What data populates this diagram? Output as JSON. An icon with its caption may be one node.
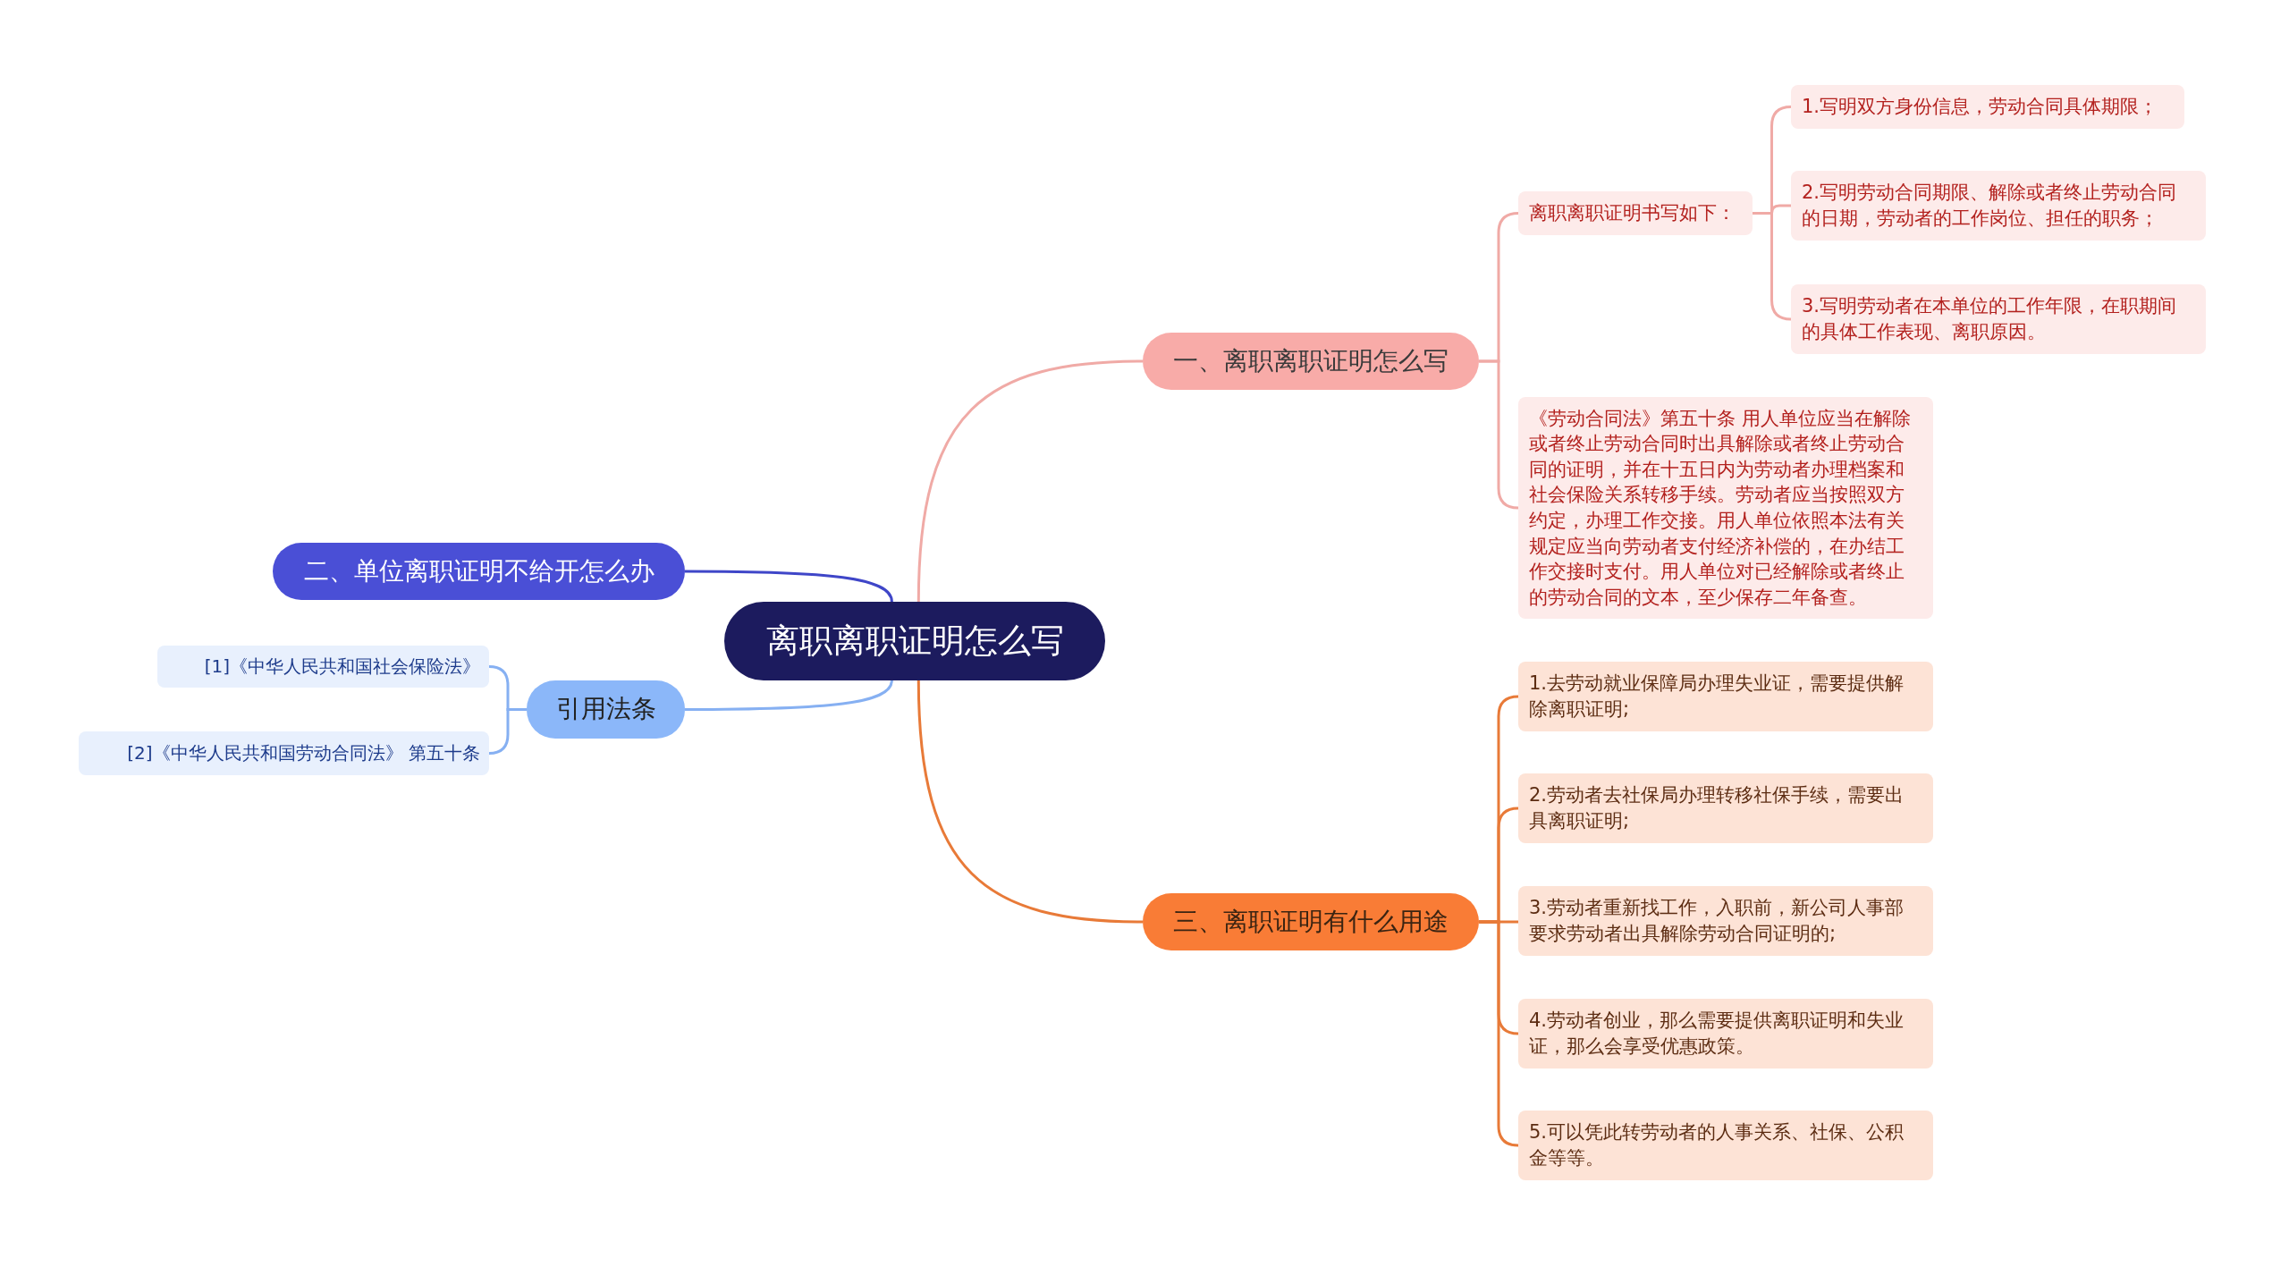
{
  "diagram": {
    "nodes": [
      {
        "text": [
          "离职离职证明怎么写"
        ]
      },
      {
        "text": [
          "一、离职离职证明怎么写"
        ]
      },
      {
        "text": [
          "离职离职证明书写如下："
        ]
      },
      {
        "text": [
          "1.写明双方身份信息，劳动合同具体期限；"
        ]
      },
      {
        "text": [
          "2.写明劳动合同期限、解除或者终止劳动合同的日期，劳动者的工作岗位、担任的职务；"
        ]
      },
      {
        "text": [
          "3.写明劳动者在本单位的工作年限，在职期间的具体工作表现、离职原因。"
        ]
      },
      {
        "text": [
          "《劳动合同法》第五十条 用人单位应当在解除或者终止劳动合同时出具解除或者终止劳动合同的证明，并在十五日内为劳动者办理档案和社会保险关系转移手续。劳动者应当按照双方约定，办理工作交接。用人单位依照本法有关规定应当向劳动者支付经济补偿的，在办结工作交接时支付。用人单位对已经解除或者终止的劳动合同的文本，至少保存二年备查。"
        ]
      },
      {
        "text": [
          "二、单位离职证明不给开怎么办"
        ]
      },
      {
        "text": [
          "引用法条"
        ]
      },
      {
        "text": [
          "[1]《中华人民共和国社会保险法》"
        ]
      },
      {
        "text": [
          "[2]《中华人民共和国劳动合同法》 第五十条"
        ]
      },
      {
        "text": [
          "三、离职证明有什么用途"
        ]
      },
      {
        "text": [
          "1.去劳动就业保障局办理失业证，需要提供解除离职证明;"
        ]
      },
      {
        "text": [
          "2.劳动者去社保局办理转移社保手续，需要出具离职证明;"
        ]
      },
      {
        "text": [
          "3.劳动者重新找工作，入职前，新公司人事部要求劳动者出具解除劳动合同证明的;"
        ]
      },
      {
        "text": [
          "4.劳动者创业，那么需要提供离职证明和失业证，那么会享受优惠政策。"
        ]
      },
      {
        "text": [
          "5.可以凭此转劳动者的人事关系、社保、公积金等等。"
        ]
      }
    ],
    "edges": [
      {
        "from": 0,
        "to": 1,
        "arrow": "none",
        "color": "#f0aaa6"
      },
      {
        "from": 1,
        "to": 2,
        "arrow": "none",
        "color": "#f0aaa6"
      },
      {
        "from": 2,
        "to": 3,
        "arrow": "none",
        "color": "#f0aaa6"
      },
      {
        "from": 2,
        "to": 4,
        "arrow": "none",
        "color": "#f0aaa6"
      },
      {
        "from": 2,
        "to": 5,
        "arrow": "none",
        "color": "#f0aaa6"
      },
      {
        "from": 1,
        "to": 6,
        "arrow": "none",
        "color": "#f0aaa6"
      },
      {
        "from": 0,
        "to": 7,
        "arrow": "none",
        "color": "#3f46c8"
      },
      {
        "from": 0,
        "to": 8,
        "arrow": "none",
        "color": "#86b0f2"
      },
      {
        "from": 8,
        "to": 9,
        "arrow": "none",
        "color": "#86b0f2"
      },
      {
        "from": 8,
        "to": 10,
        "arrow": "none",
        "color": "#86b0f2"
      },
      {
        "from": 0,
        "to": 11,
        "arrow": "none",
        "color": "#e87a38"
      },
      {
        "from": 11,
        "to": 12,
        "arrow": "none",
        "color": "#e87a38"
      },
      {
        "from": 11,
        "to": 13,
        "arrow": "none",
        "color": "#e87a38"
      },
      {
        "from": 11,
        "to": 14,
        "arrow": "none",
        "color": "#e87a38"
      },
      {
        "from": 11,
        "to": 15,
        "arrow": "none",
        "color": "#e87a38"
      },
      {
        "from": 11,
        "to": 16,
        "arrow": "none",
        "color": "#e87a38"
      }
    ]
  }
}
